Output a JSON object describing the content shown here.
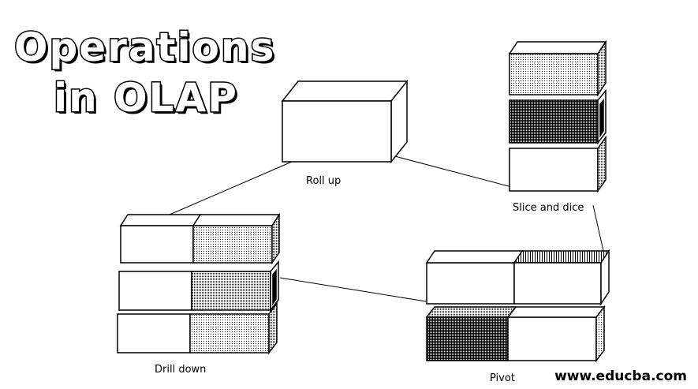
{
  "title": {
    "line1": "Operations",
    "line2": "in OLAP"
  },
  "labels": {
    "roll_up": "Roll up",
    "slice_and_dice": "Slice and dice",
    "drill_down": "Drill down",
    "pivot": "Pivot"
  },
  "watermark": "www.educba.com",
  "colors": {
    "stroke": "#000000",
    "background": "#ffffff"
  }
}
